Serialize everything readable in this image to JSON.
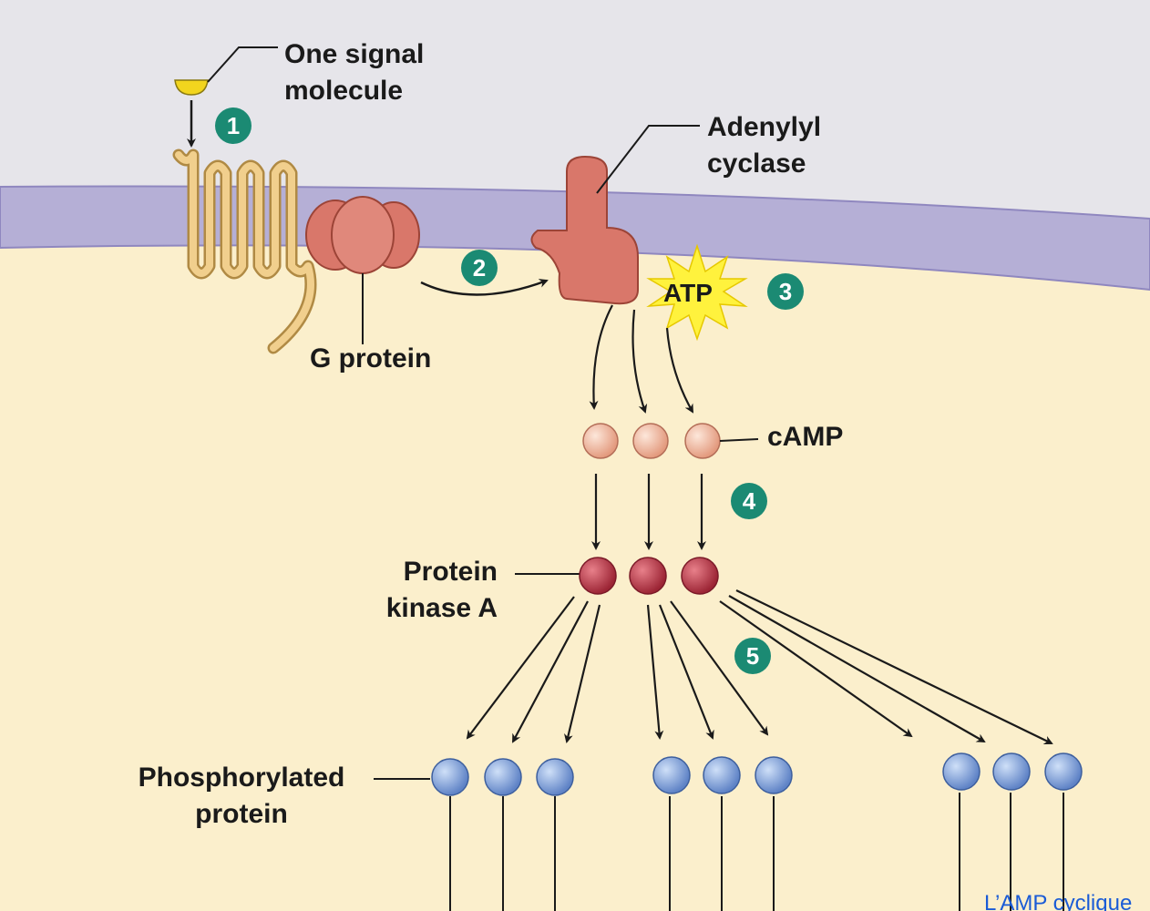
{
  "labels": {
    "signal_molecule": [
      "One signal",
      "molecule"
    ],
    "adenylyl_cyclase": [
      "Adenylyl",
      "cyclase"
    ],
    "g_protein": "G protein",
    "atp": "ATP",
    "camp": "cAMP",
    "protein_kinase_a": [
      "Protein",
      "kinase A"
    ],
    "phosphorylated_protein": [
      "Phosphorylated",
      "protein"
    ]
  },
  "steps": [
    "1",
    "2",
    "3",
    "4",
    "5"
  ],
  "caption": "L’AMP cyclique",
  "colors": {
    "extracellular": "#e6e5ea",
    "cytoplasm": "#fbefcc",
    "membrane": "#b5afd6",
    "membrane_edge": "#8f87bf",
    "receptor": "#f1cf8d",
    "g_protein": "#d9776a",
    "adenylyl_cyclase": "#d9776a",
    "atp_burst": "#fff23d",
    "camp": "#f2b8a0",
    "protein_kinase_a": "#c5404d",
    "phosphorylated_protein": "#7f9fd8",
    "step_badge": "#1b8a73"
  }
}
